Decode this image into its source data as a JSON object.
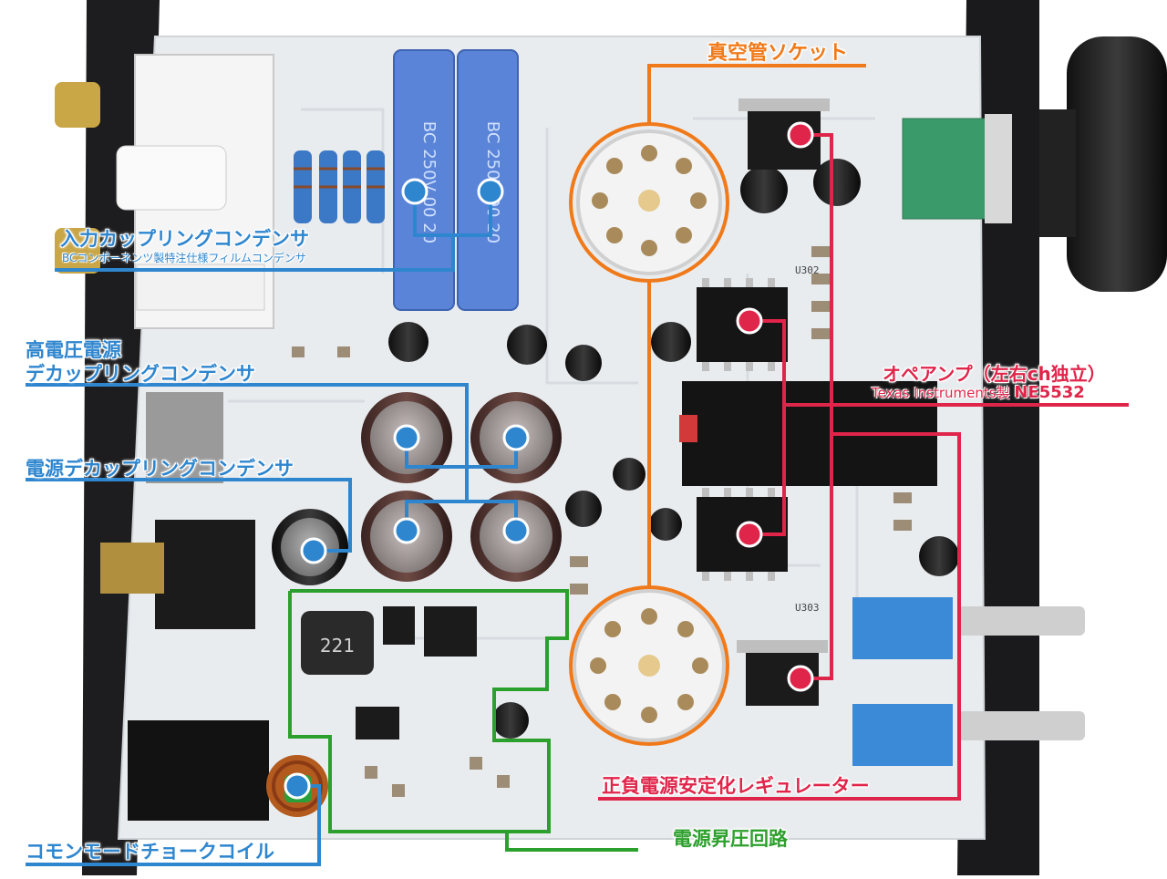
{
  "labels": {
    "tube_socket": "真空管ソケット",
    "input_coupling": "入力カップリングコンデンサ",
    "input_coupling_sub": "BCコンポーネンツ製特注仕様フィルムコンデンサ",
    "hv_decoupling_line1": "高電圧電源",
    "hv_decoupling_line2": "デカップリングコンデンサ",
    "psu_decoupling": "電源デカップリングコンデンサ",
    "opamp": "オペアンプ（左右ch独立）",
    "opamp_sub_maker": "Texas Instruments製",
    "opamp_sub_part": "NE5532",
    "regulator": "正負電源安定化レギュレーター",
    "boost_circuit": "電源昇圧回路",
    "choke_coil": "コモンモードチョークコイル"
  },
  "pcb_marks": {
    "film_cap_text": "BC 250V 00 20",
    "inductor": "221",
    "ic_u303": "U303",
    "ic_u302": "U302"
  },
  "colors": {
    "orange": "#f07a1a",
    "blue": "#2e86cf",
    "red": "#e0254a",
    "green": "#2ca02c",
    "pcb": "#e9ecef",
    "chassis": "#1d1d1f"
  }
}
